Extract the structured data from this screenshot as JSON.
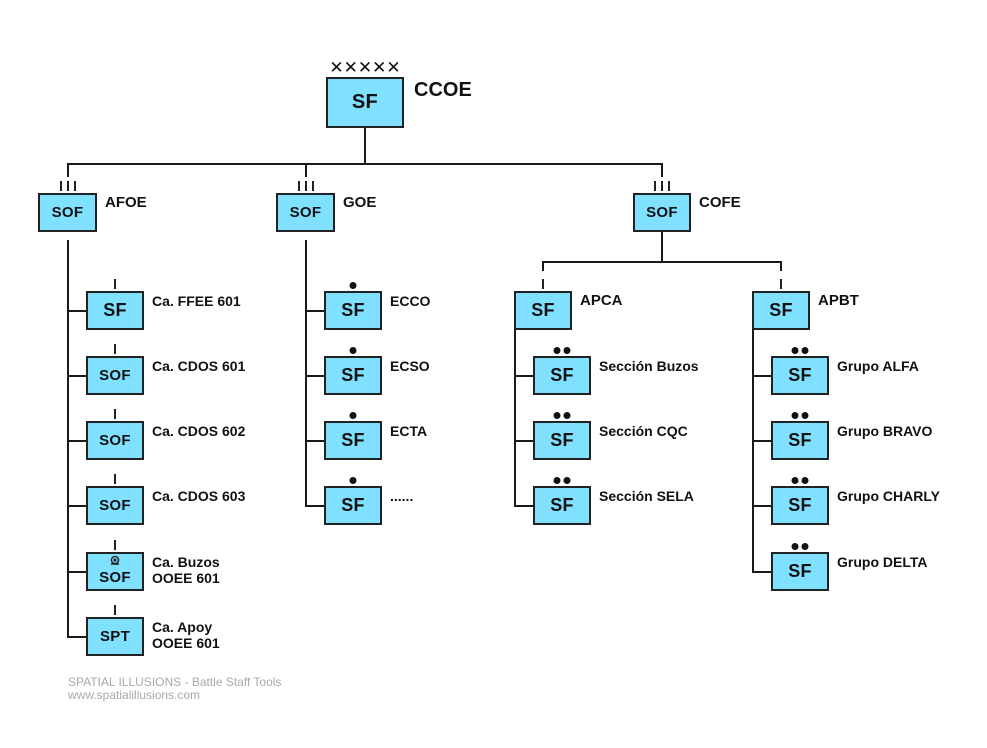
{
  "diagram": {
    "type": "military-org-chart",
    "fill_color": "#80e0ff",
    "line_color": "#1a1a1a",
    "root": {
      "id": "ccoe",
      "symbol": "SF",
      "name": "CCOE",
      "echelon": "XXXXX",
      "children": [
        "afoe",
        "goe",
        "cofe"
      ]
    },
    "units": [
      {
        "id": "ccoe",
        "symbol": "SF",
        "label": "CCOE",
        "echelon": "XXXXX",
        "parent": null
      },
      {
        "id": "afoe",
        "symbol": "SOF",
        "label": "AFOE",
        "echelon": "III",
        "parent": "ccoe"
      },
      {
        "id": "goe",
        "symbol": "SOF",
        "label": "GOE",
        "echelon": "III",
        "parent": "ccoe"
      },
      {
        "id": "cofe",
        "symbol": "SOF",
        "label": "COFE",
        "echelon": "III",
        "parent": "ccoe"
      },
      {
        "id": "ffee601",
        "symbol": "SF",
        "label": "Ca. FFEE 601",
        "echelon": "I",
        "parent": "afoe"
      },
      {
        "id": "cdos601",
        "symbol": "SOF",
        "label": "Ca. CDOS 601",
        "echelon": "I",
        "parent": "afoe"
      },
      {
        "id": "cdos602",
        "symbol": "SOF",
        "label": "Ca. CDOS 602",
        "echelon": "I",
        "parent": "afoe"
      },
      {
        "id": "cdos603",
        "symbol": "SOF",
        "label": "Ca. CDOS 603",
        "echelon": "I",
        "parent": "afoe"
      },
      {
        "id": "buzos601",
        "symbol": "SOF",
        "label": "Ca. Buzos\nOOEE 601",
        "echelon": "I",
        "modifier": "diver-helmet",
        "parent": "afoe"
      },
      {
        "id": "apoy601",
        "symbol": "SPT",
        "label": "Ca. Apoy\nOOEE 601",
        "echelon": "I",
        "parent": "afoe"
      },
      {
        "id": "ecco",
        "symbol": "SF",
        "label": "ECCO",
        "echelon": "•",
        "parent": "goe"
      },
      {
        "id": "ecso",
        "symbol": "SF",
        "label": "ECSO",
        "echelon": "•",
        "parent": "goe"
      },
      {
        "id": "ecta",
        "symbol": "SF",
        "label": "ECTA",
        "echelon": "•",
        "parent": "goe"
      },
      {
        "id": "goe-more",
        "symbol": "SF",
        "label": "......",
        "echelon": "•",
        "parent": "goe"
      },
      {
        "id": "apca",
        "symbol": "SF",
        "label": "APCA",
        "echelon": "I",
        "parent": "cofe"
      },
      {
        "id": "apbt",
        "symbol": "SF",
        "label": "APBT",
        "echelon": "I",
        "parent": "cofe"
      },
      {
        "id": "sec-buzos",
        "symbol": "SF",
        "label": "Sección Buzos",
        "echelon": "••",
        "parent": "apca"
      },
      {
        "id": "sec-cqc",
        "symbol": "SF",
        "label": "Sección CQC",
        "echelon": "••",
        "parent": "apca"
      },
      {
        "id": "sec-sela",
        "symbol": "SF",
        "label": "Sección SELA",
        "echelon": "••",
        "parent": "apca"
      },
      {
        "id": "grp-alfa",
        "symbol": "SF",
        "label": "Grupo ALFA",
        "echelon": "••",
        "parent": "apbt"
      },
      {
        "id": "grp-bravo",
        "symbol": "SF",
        "label": "Grupo BRAVO",
        "echelon": "••",
        "parent": "apbt"
      },
      {
        "id": "grp-charly",
        "symbol": "SF",
        "label": "Grupo CHARLY",
        "echelon": "••",
        "parent": "apbt"
      },
      {
        "id": "grp-delta",
        "symbol": "SF",
        "label": "Grupo DELTA",
        "echelon": "••",
        "parent": "apbt"
      }
    ]
  },
  "footer": {
    "line1": "SPATIAL ILLUSIONS - Battle Staff Tools",
    "line2": "www.spatialillusions.com"
  }
}
